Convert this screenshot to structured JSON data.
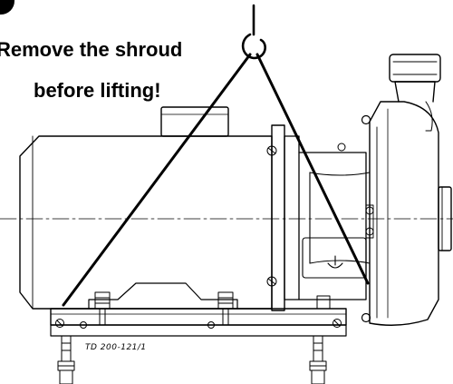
{
  "warning": {
    "line1": "Remove the shroud",
    "line2": "before lifting!"
  },
  "drawing_reference": "TD 200-121/1",
  "colors": {
    "ink": "#000000",
    "paper": "#ffffff"
  }
}
